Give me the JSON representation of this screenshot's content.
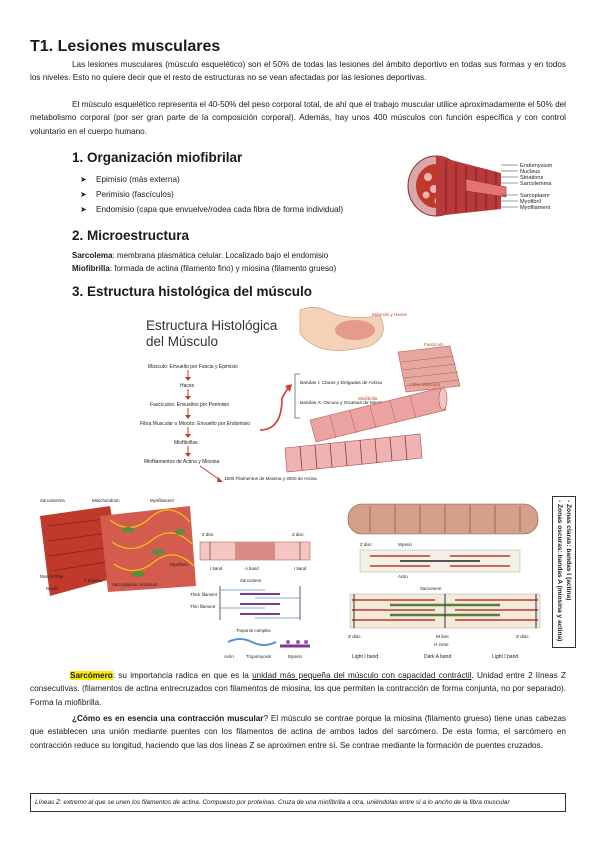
{
  "title": "T1. Lesiones musculares",
  "intro_p1": "Las lesiones musculares (músculo esquelético) son el 50% de todas las lesiones del ámbito deportivo en todas sus formas y en todos los niveles. Esto no quiere decir que el resto de estructuras no se vean afectadas por las lesiones deportivas.",
  "intro_p2": "El músculo esquelético representa el 40-50% del peso corporal total, de ahí que el trabajo muscular utilice aproximadamente el 50% del metabolismo corporal (por ser gran parte de la composición corporal). Además, hay unos 400 músculos con función específica y con control voluntario en el cuerpo humano.",
  "section1": {
    "heading": "1. Organización miofibrilar",
    "items": [
      "Epimisio (más externa)",
      "Perimisio (fascículos)",
      "Endomisio (capa que envuelve/rodea cada fibra de forma individual)"
    ],
    "figure_labels": [
      "Endomysium",
      "Nucleus",
      "Striations",
      "Sarcolemma",
      "Sarcoplasm",
      "Myofibril",
      "Myofilament"
    ]
  },
  "section2": {
    "heading": "2. Microestructura",
    "sarcolema_term": "Sarcolema",
    "sarcolema_def": ": membrana plasmática celular. Localizado bajo el endomisio",
    "miofibrilla_term": "Miofibrilla",
    "miofibrilla_def": ": formada de actina (filamento fino) y miosina (filamento grueso)"
  },
  "section3": {
    "heading": "3. Estructura histológica del músculo",
    "diagram_title_1": "Estructura Histológica",
    "diagram_title_2": "del Músculo",
    "flow": [
      "Músculo: Envuelto por Fascia y Epimisio",
      "Haces",
      "Fascículos: Envueltos por Perimisio",
      "Fibra Muscular o Miocito: Envuelto por Endomisio",
      "Miofibrillas",
      "Miofilamentos de Actina y Miosina"
    ],
    "bands_1": "Bandas I: Claras y Delgadas de Actina",
    "bands_2": "Bandas A: Oscura y Gruesas de Miosina",
    "filaments_note": "1500 Filamentos de Miosina y 3000 de Actina",
    "illus_labels": [
      "Músculo y Haces",
      "Fascículo",
      "Fibra Muscular",
      "Miofibrilla"
    ],
    "fig_left_labels": [
      "Sarcolemma",
      "Mitochondrion",
      "Myofilament",
      "Muscle fiber",
      "Nuclei",
      "T tubules",
      "Sarcoplasmic reticulum",
      "Myofibrils",
      "Z disc",
      "A band",
      "Z disc",
      "I band",
      "I band",
      "Sarcomere",
      "Thick filament",
      "Thin filament",
      "Troponin complex",
      "Actin",
      "Tropomyosin",
      "Myosin"
    ],
    "fig_right_labels": [
      "Z disc",
      "Myosin",
      "Actin",
      "Sarcomere",
      "Z disc",
      "M line",
      "Z disc",
      "H zone",
      "Light I band",
      "Dark A band",
      "Light I band"
    ],
    "zones_note_1": "- Zonas claras: bandas I (actina)",
    "zones_note_2": "- Zonas oscuras: bandas A (miosina y actina)"
  },
  "sarcomero": {
    "term": "Sarcómero",
    "text_a": ": su importancia radica en que es la ",
    "text_underline": "unidad más pequeña del músculo con capacidad contráctil",
    "text_b": ". Unidad entre 2 líneas Z consecutivas. (filamentos de actina entrecruzados con filamentos de miosina, los que permiten la contracción de forma conjunta, no por separado). Forma la miofibrilla.",
    "question": "¿Cómo es en esencia una contracción muscular",
    "answer": "? El músculo se contrae porque la miosina (filamento grueso) tiene unas cabezas que establecen una unión mediante puentes con los filamentos de actina de ambos lados del sarcómero. De esta forma, el sarcómero en contracción reduce su longitud, haciendo que las dos líneas Z se aproximen entre sí. Se contrae mediante la formación de puentes cruzados."
  },
  "lineas_z_note": "Líneas Z: extremo al que se unen los filamentos de actina. Compuesto por proteínas. Cruza de una miofibrilla a otra, uniéndolas entre sí a lo ancho de la fibra muscular",
  "colors": {
    "muscle_red": "#c0392b",
    "muscle_pink": "#e8a0a0",
    "arrow_red": "#d63a2a",
    "highlight": "#ffeb00"
  }
}
